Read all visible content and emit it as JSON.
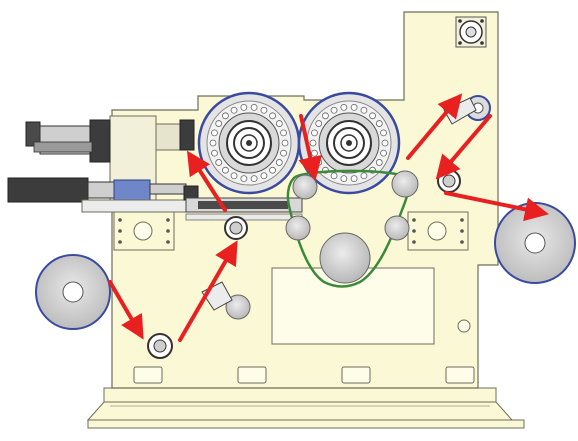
{
  "colors": {
    "frame": "#fbf8d6",
    "frame_stroke": "#6d6d5a",
    "cutout": "#fefde9",
    "roll_face": "#d6d6d6",
    "roll_edge": "#3a4aa0",
    "roller": "#dadada",
    "belt": "#3a8a3a",
    "arrow": "#e82020",
    "metal_dark": "#4a4a4a",
    "metal_light": "#cfcfcf",
    "block_blue": "#6f86c9"
  },
  "icons": {
    "unwind_roll": "circle-roll",
    "rewind_roll": "circle-roll",
    "web_path_arrows": "red-arrows",
    "belt_loop": "green-belt"
  }
}
